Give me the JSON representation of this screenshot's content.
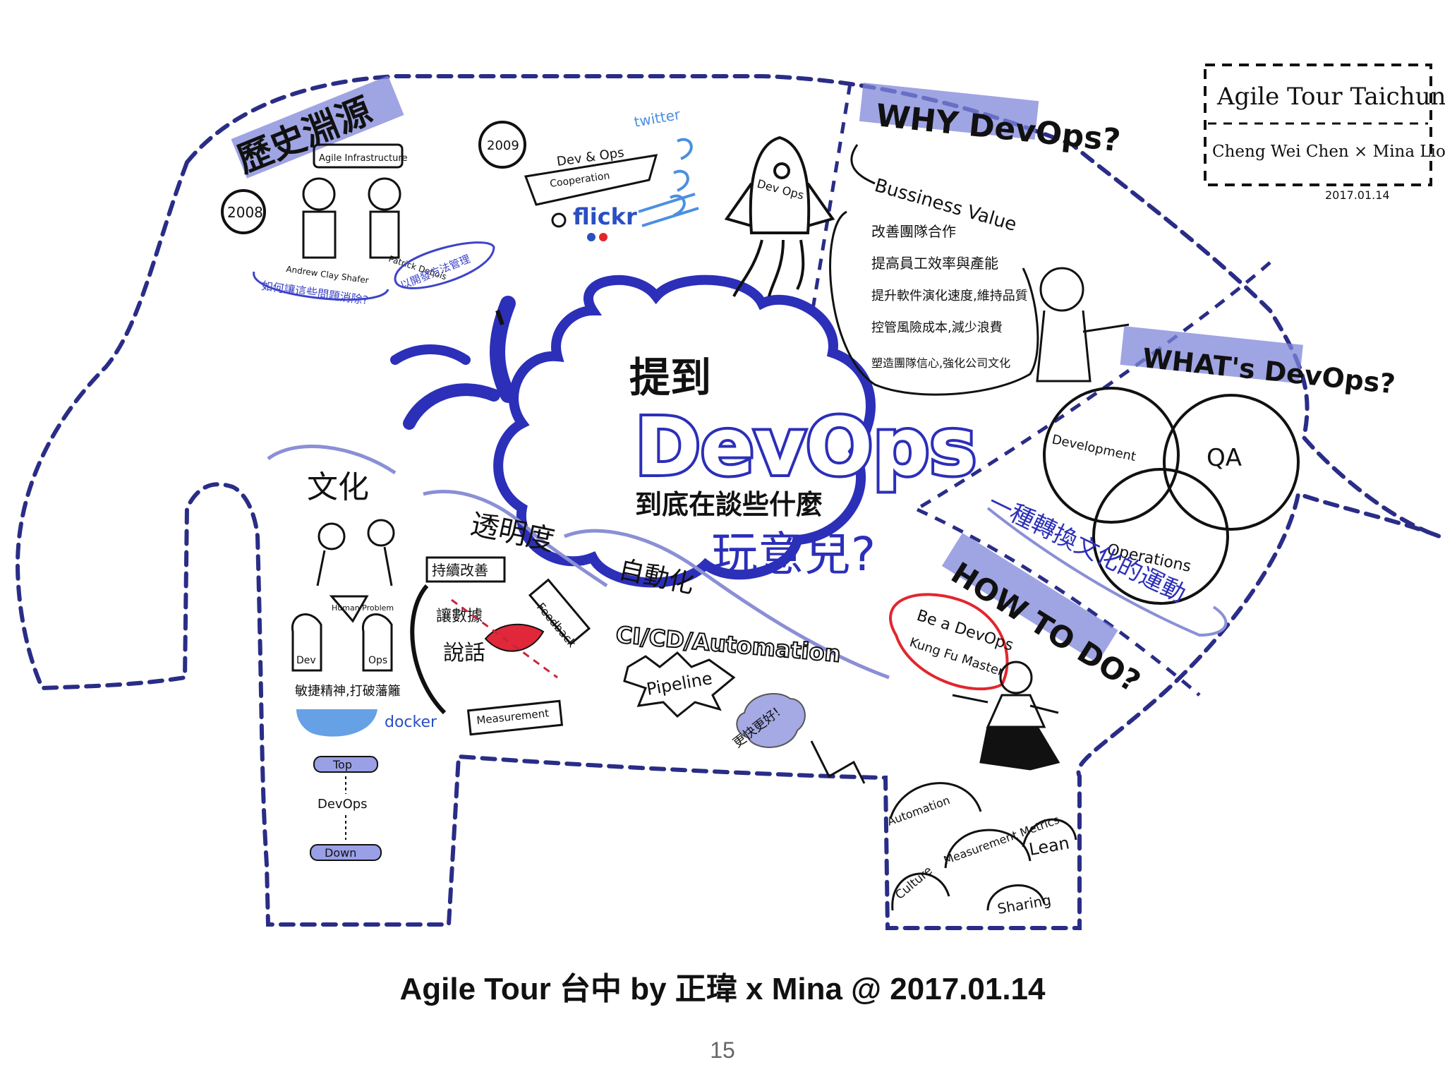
{
  "sketch": {
    "badge": {
      "line1": "Agile Tour Taichung",
      "line2": "Cheng Wei Chen × Mina Liou",
      "date": "2017.01.14"
    },
    "center": {
      "line1": "提到",
      "line2": "DevOps",
      "line3": "到底在談些什麼",
      "line4": "玩意兒?"
    },
    "history": {
      "title": "歷史淵源",
      "year1": "2008",
      "agile_infra": "Agile Infrastructure",
      "andrew": "Andrew Clay Shafer",
      "patrick": "Patrick Debois",
      "bubble1": "如何讓這些問題消除?",
      "bubble2": "以開發方法管理"
    },
    "flickr": {
      "year": "2009",
      "banner1": "Dev & Ops",
      "banner2": "Cooperation",
      "twitter": "twitter",
      "flickr": "flickr"
    },
    "rocket": {
      "label": "Dev Ops"
    },
    "why": {
      "title": "WHY DevOps?",
      "value": "Bussiness Value",
      "items": [
        "改善團隊合作",
        "提高員工效率與產能",
        "提升軟件演化速度,維持品質",
        "控管風險成本,減少浪費",
        "塑造團隊信心,強化公司文化"
      ]
    },
    "what": {
      "title": "WHAT's DevOps?",
      "dev": "Development",
      "qa": "QA",
      "ops": "Operations",
      "movement": "一種轉換文化的運動"
    },
    "how": {
      "title": "HOW TO DO?",
      "kungfu1": "Be a DevOps",
      "kungfu2": "Kung Fu Master"
    },
    "culture": {
      "title": "文化",
      "human": "Human Problem",
      "dev": "Dev",
      "ops": "Ops",
      "silo": "敏捷精神,打破藩籬",
      "docker": "docker",
      "top": "Top",
      "devops": "DevOps",
      "down": "Down"
    },
    "transparency": {
      "title": "透明度",
      "improve": "持續改善",
      "feedback": "Feedback",
      "data": "讓數據",
      "speak": "說話",
      "measurement": "Measurement"
    },
    "automation": {
      "title": "自動化",
      "ci": "CI/CD/Automation",
      "pipeline": "Pipeline",
      "cloud": "更快更好!"
    },
    "calms": [
      "Automation",
      "Culture",
      "Measurement Metrics",
      "Lean",
      "Sharing"
    ]
  },
  "caption": "Agile Tour 台中 by 正瑋 x Mina @ 2017.01.14",
  "page_number": "15"
}
